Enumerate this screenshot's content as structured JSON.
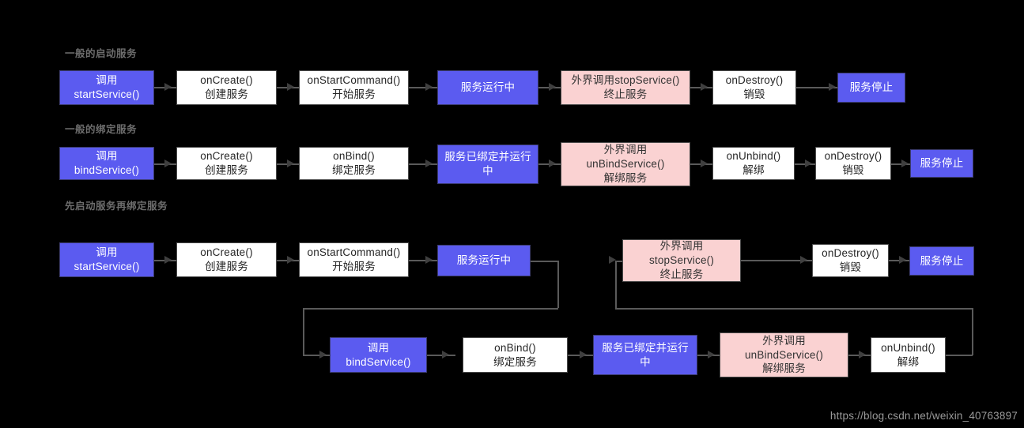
{
  "page": {
    "background_color": "#000000",
    "watermark": "https://blog.csdn.net/weixin_40763897"
  },
  "colors": {
    "blue_fill": "#5b5bf0",
    "pink_fill": "#fad2d2",
    "white_fill": "#ffffff",
    "connector": "#5a5a5a",
    "label_text": "#6d6d6d",
    "watermark_text": "#9a9a9a"
  },
  "sections": [
    {
      "label": "一般的启动服务"
    },
    {
      "label": "一般的绑定服务"
    },
    {
      "label": "先启动服务再绑定服务"
    }
  ],
  "flow1": {
    "nodes": [
      {
        "id": "f1-n1",
        "type": "blue",
        "line1": "调用",
        "line2": "startService()"
      },
      {
        "id": "f1-n2",
        "type": "white",
        "line1": "onCreate()",
        "line2": "创建服务"
      },
      {
        "id": "f1-n3",
        "type": "white",
        "line1": "onStartCommand()",
        "line2": "开始服务"
      },
      {
        "id": "f1-n4",
        "type": "blue",
        "line1": "服务运行中",
        "line2": ""
      },
      {
        "id": "f1-n5",
        "type": "pink",
        "line1": "外界调用stopService()",
        "line2": "终止服务"
      },
      {
        "id": "f1-n6",
        "type": "white",
        "line1": "onDestroy()",
        "line2": "销毁"
      },
      {
        "id": "f1-n7",
        "type": "blue",
        "line1": "服务停止",
        "line2": ""
      }
    ]
  },
  "flow2": {
    "nodes": [
      {
        "id": "f2-n1",
        "type": "blue",
        "line1": "调用",
        "line2": "bindService()"
      },
      {
        "id": "f2-n2",
        "type": "white",
        "line1": "onCreate()",
        "line2": "创建服务"
      },
      {
        "id": "f2-n3",
        "type": "white",
        "line1": "onBind()",
        "line2": "绑定服务"
      },
      {
        "id": "f2-n4",
        "type": "blue",
        "line1": "服务已绑定并运行",
        "line2": "中"
      },
      {
        "id": "f2-n5",
        "type": "pink",
        "line1": "外界调用",
        "line2": "unBindService()",
        "line3": "解绑服务"
      },
      {
        "id": "f2-n6",
        "type": "white",
        "line1": "onUnbind()",
        "line2": "解绑"
      },
      {
        "id": "f2-n7",
        "type": "white",
        "line1": "onDestroy()",
        "line2": "销毁"
      },
      {
        "id": "f2-n8",
        "type": "blue",
        "line1": "服务停止",
        "line2": ""
      }
    ]
  },
  "flow3": {
    "top_nodes": [
      {
        "id": "f3-n1",
        "type": "blue",
        "line1": "调用",
        "line2": "startService()"
      },
      {
        "id": "f3-n2",
        "type": "white",
        "line1": "onCreate()",
        "line2": "创建服务"
      },
      {
        "id": "f3-n3",
        "type": "white",
        "line1": "onStartCommand()",
        "line2": "开始服务"
      },
      {
        "id": "f3-n4",
        "type": "blue",
        "line1": "服务运行中",
        "line2": ""
      },
      {
        "id": "f3-n5",
        "type": "pink",
        "line1": "外界调用",
        "line2": "stopService()",
        "line3": "终止服务"
      },
      {
        "id": "f3-n6",
        "type": "white",
        "line1": "onDestroy()",
        "line2": "销毁"
      },
      {
        "id": "f3-n7",
        "type": "blue",
        "line1": "服务停止",
        "line2": ""
      }
    ],
    "bottom_nodes": [
      {
        "id": "f3-n8",
        "type": "blue",
        "line1": "调用",
        "line2": "bindService()"
      },
      {
        "id": "f3-n9",
        "type": "white",
        "line1": "onBind()",
        "line2": "绑定服务"
      },
      {
        "id": "f3-n10",
        "type": "blue",
        "line1": "服务已绑定并运行",
        "line2": "中"
      },
      {
        "id": "f3-n11",
        "type": "pink",
        "line1": "外界调用",
        "line2": "unBindService()",
        "line3": "解绑服务"
      },
      {
        "id": "f3-n12",
        "type": "white",
        "line1": "onUnbind()",
        "line2": "解绑"
      }
    ]
  }
}
